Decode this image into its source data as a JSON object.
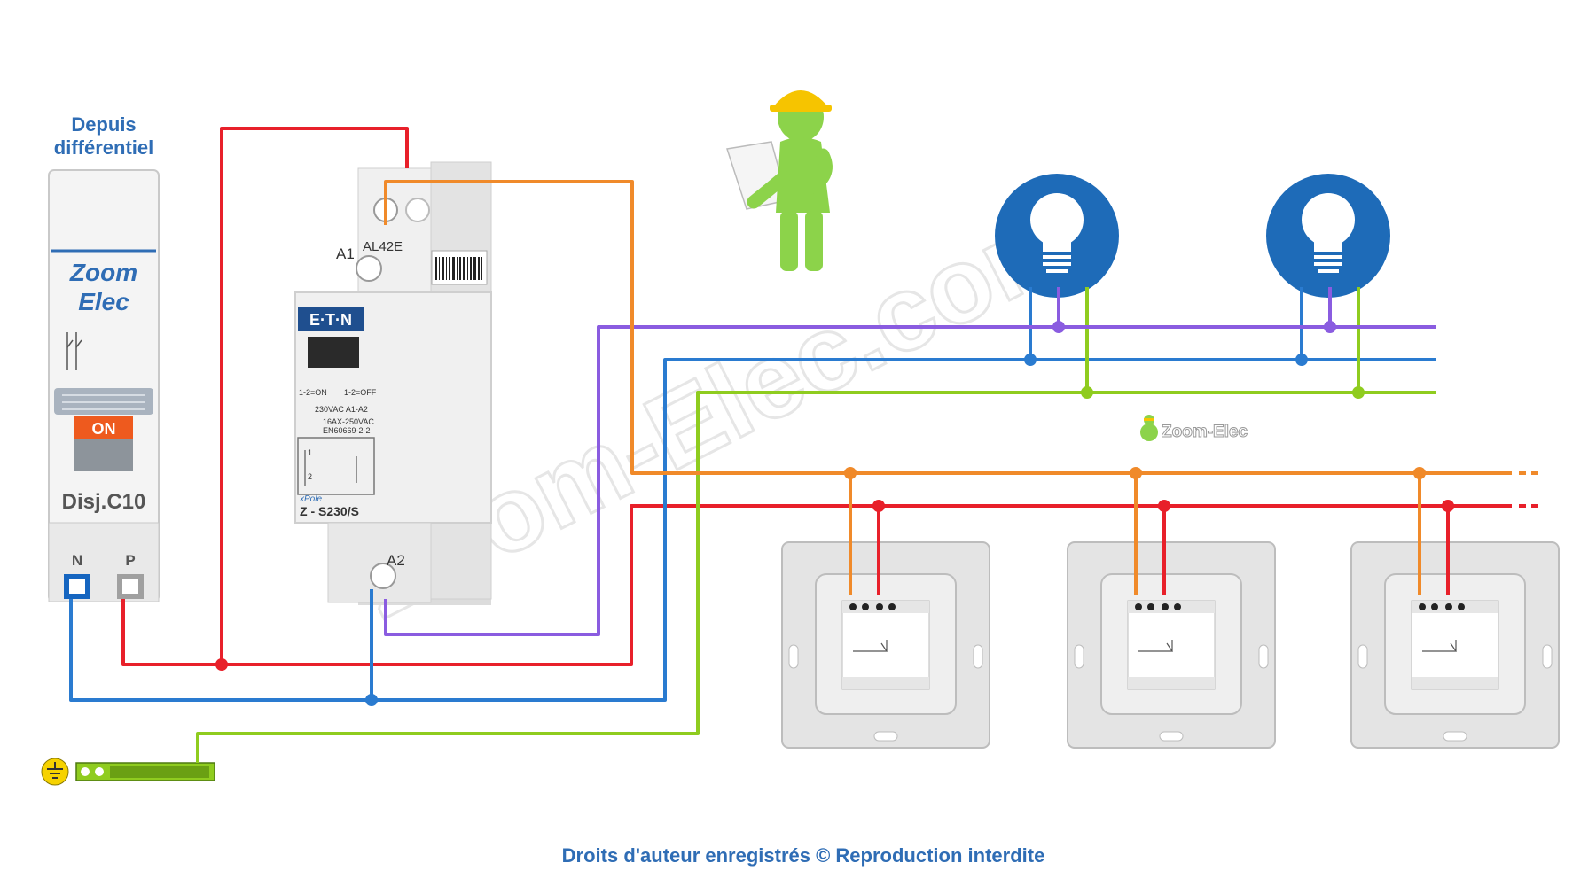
{
  "source_label": [
    "Depuis",
    "différentiel"
  ],
  "breaker": {
    "brand": [
      "Zoom",
      "Elec"
    ],
    "state": "ON",
    "name": "Disj.C10",
    "terminal_n": "N",
    "terminal_p": "P"
  },
  "relay": {
    "brand": "E·T·N",
    "model_top": "AL42E",
    "terminal_a1": "A1",
    "terminal_a2": "A2",
    "mode_on": "1-2=ON",
    "mode_off": "1-2=OFF",
    "coil_spec": "230VAC A1-A2",
    "contact_spec": "16AX-250VAC",
    "norm": "EN60669-2-2",
    "series": "xPole",
    "model": "Z - S230/S",
    "contact_1": "1",
    "contact_2": "2"
  },
  "watermark": "Zoom-Elec.com",
  "logo": "Zoom-Elec",
  "copyright": "Droits d'auteur enregistrés © Reproduction interdite",
  "wire_colors": {
    "phase": "#e8202a",
    "neutral": "#2a7bd0",
    "earth": "#8fcc1f",
    "return": "#8a5ce0",
    "control": "#f08a2a"
  }
}
